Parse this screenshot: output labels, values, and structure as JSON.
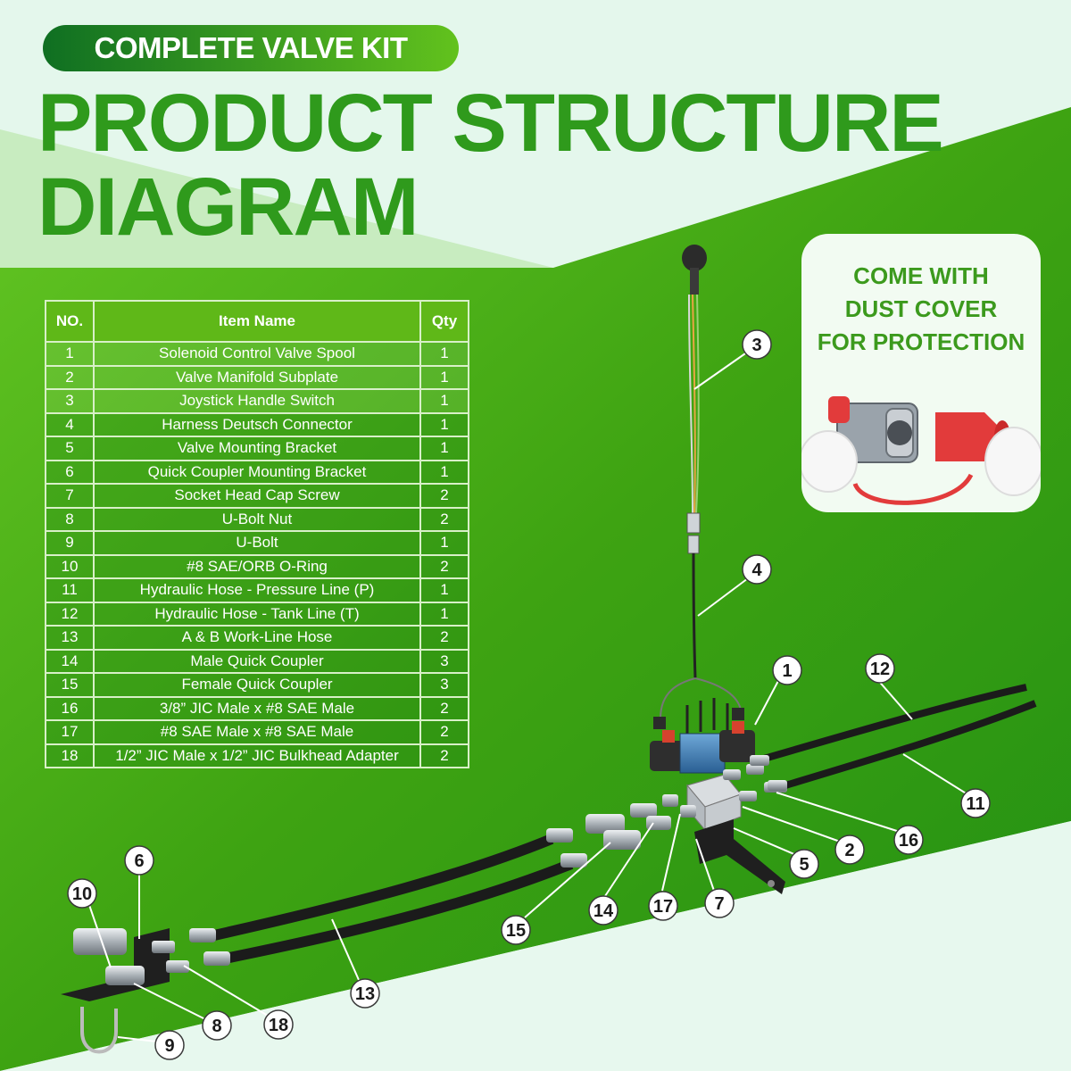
{
  "badge": "COMPLETE VALVE KIT",
  "title_line1": "PRODUCT STRUCTURE",
  "title_line2": "DIAGRAM",
  "table": {
    "headers": [
      "NO.",
      "Item Name",
      "Qty"
    ],
    "rows": [
      [
        "1",
        "Solenoid Control Valve Spool",
        "1"
      ],
      [
        "2",
        "Valve Manifold Subplate",
        "1"
      ],
      [
        "3",
        "Joystick Handle Switch",
        "1"
      ],
      [
        "4",
        "Harness Deutsch Connector",
        "1"
      ],
      [
        "5",
        "Valve Mounting Bracket",
        "1"
      ],
      [
        "6",
        "Quick Coupler Mounting Bracket",
        "1"
      ],
      [
        "7",
        "Socket Head Cap Screw",
        "2"
      ],
      [
        "8",
        "U-Bolt Nut",
        "2"
      ],
      [
        "9",
        "U-Bolt",
        "1"
      ],
      [
        "10",
        "#8 SAE/ORB O-Ring",
        "2"
      ],
      [
        "11",
        "Hydraulic Hose - Pressure Line (P)",
        "1"
      ],
      [
        "12",
        "Hydraulic Hose - Tank Line (T)",
        "1"
      ],
      [
        "13",
        "A & B Work-Line Hose",
        "2"
      ],
      [
        "14",
        "Male Quick Coupler",
        "3"
      ],
      [
        "15",
        "Female Quick Coupler",
        "3"
      ],
      [
        "16",
        "3/8” JIC Male x #8 SAE Male",
        "2"
      ],
      [
        "17",
        "#8 SAE Male x #8 SAE Male",
        "2"
      ],
      [
        "18",
        "1/2” JIC Male x 1/2” JIC Bulkhead Adapter",
        "2"
      ]
    ]
  },
  "dust_cover": {
    "line1": "COME WITH",
    "line2": "DUST COVER",
    "line3": "FOR PROTECTION"
  },
  "callouts": [
    "3",
    "4",
    "1",
    "12",
    "11",
    "2",
    "16",
    "5",
    "7",
    "17",
    "14",
    "15",
    "6",
    "10",
    "13",
    "18",
    "8",
    "9"
  ],
  "colors": {
    "brand_green": "#2f9a1c",
    "dark_green": "#0f6f22",
    "background_light": "#e4f7ec",
    "coupler_cap_red": "#e23b3b"
  }
}
